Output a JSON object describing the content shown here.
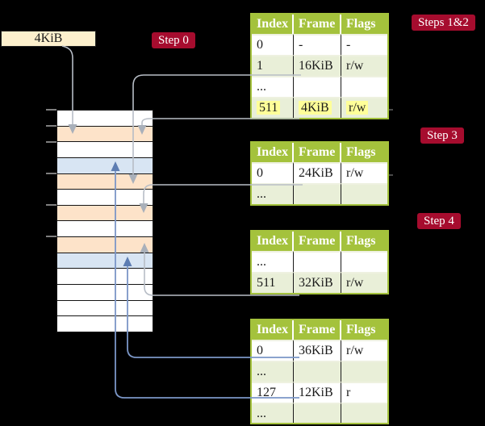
{
  "colors": {
    "green": "#a4c23c",
    "row-green": "#e9efd8",
    "peach": "#fde3c9",
    "blue-row": "#d8e5f3",
    "cream": "#fdf0cd",
    "red": "#a60c2e",
    "hl": "#ffff99",
    "gray-line": "#b7bdc6",
    "gray-arrow": "#a9b0ba",
    "blue-line": "#7b96c7",
    "blue-arrow": "#5d7db2"
  },
  "size_box": {
    "label": "4KiB"
  },
  "steps": {
    "step0": "Step 0",
    "steps12": "Steps 1&2",
    "step3": "Step 3",
    "step4": "Step 4"
  },
  "memory": {
    "rows": [
      {
        "kind": "free"
      },
      {
        "kind": "page-table"
      },
      {
        "kind": "free"
      },
      {
        "kind": "data-page"
      },
      {
        "kind": "page-table"
      },
      {
        "kind": "free"
      },
      {
        "kind": "page-table"
      },
      {
        "kind": "free"
      },
      {
        "kind": "page-table"
      },
      {
        "kind": "data-page"
      },
      {
        "kind": "free"
      },
      {
        "kind": "free"
      },
      {
        "kind": "free"
      },
      {
        "kind": "free"
      }
    ]
  },
  "tables": [
    {
      "id": "page-table-steps-1-2",
      "columns": [
        "Index",
        "Frame",
        "Flags"
      ],
      "rows": [
        {
          "cells": [
            "0",
            "-",
            "-"
          ],
          "shaded": false,
          "highlighted": false
        },
        {
          "cells": [
            "1",
            "16KiB",
            "r/w"
          ],
          "shaded": true,
          "highlighted": false
        },
        {
          "cells": [
            "...",
            "",
            ""
          ],
          "shaded": false,
          "highlighted": false
        },
        {
          "cells": [
            "511",
            "4KiB",
            "r/w"
          ],
          "shaded": true,
          "highlighted": true
        }
      ]
    },
    {
      "id": "page-table-step-3",
      "columns": [
        "Index",
        "Frame",
        "Flags"
      ],
      "rows": [
        {
          "cells": [
            "0",
            "24KiB",
            "r/w"
          ],
          "shaded": false,
          "highlighted": false
        },
        {
          "cells": [
            "...",
            "",
            ""
          ],
          "shaded": true,
          "highlighted": false
        }
      ]
    },
    {
      "id": "page-table-step-4a",
      "columns": [
        "Index",
        "Frame",
        "Flags"
      ],
      "rows": [
        {
          "cells": [
            "...",
            "",
            ""
          ],
          "shaded": false,
          "highlighted": false
        },
        {
          "cells": [
            "511",
            "32KiB",
            "r/w"
          ],
          "shaded": true,
          "highlighted": false
        }
      ]
    },
    {
      "id": "page-table-step-4b",
      "columns": [
        "Index",
        "Frame",
        "Flags"
      ],
      "rows": [
        {
          "cells": [
            "0",
            "36KiB",
            "r/w"
          ],
          "shaded": false,
          "highlighted": false
        },
        {
          "cells": [
            "...",
            "",
            ""
          ],
          "shaded": true,
          "highlighted": false
        },
        {
          "cells": [
            "127",
            "12KiB",
            "r"
          ],
          "shaded": false,
          "highlighted": false
        },
        {
          "cells": [
            "...",
            "",
            ""
          ],
          "shaded": true,
          "highlighted": false
        }
      ]
    }
  ]
}
